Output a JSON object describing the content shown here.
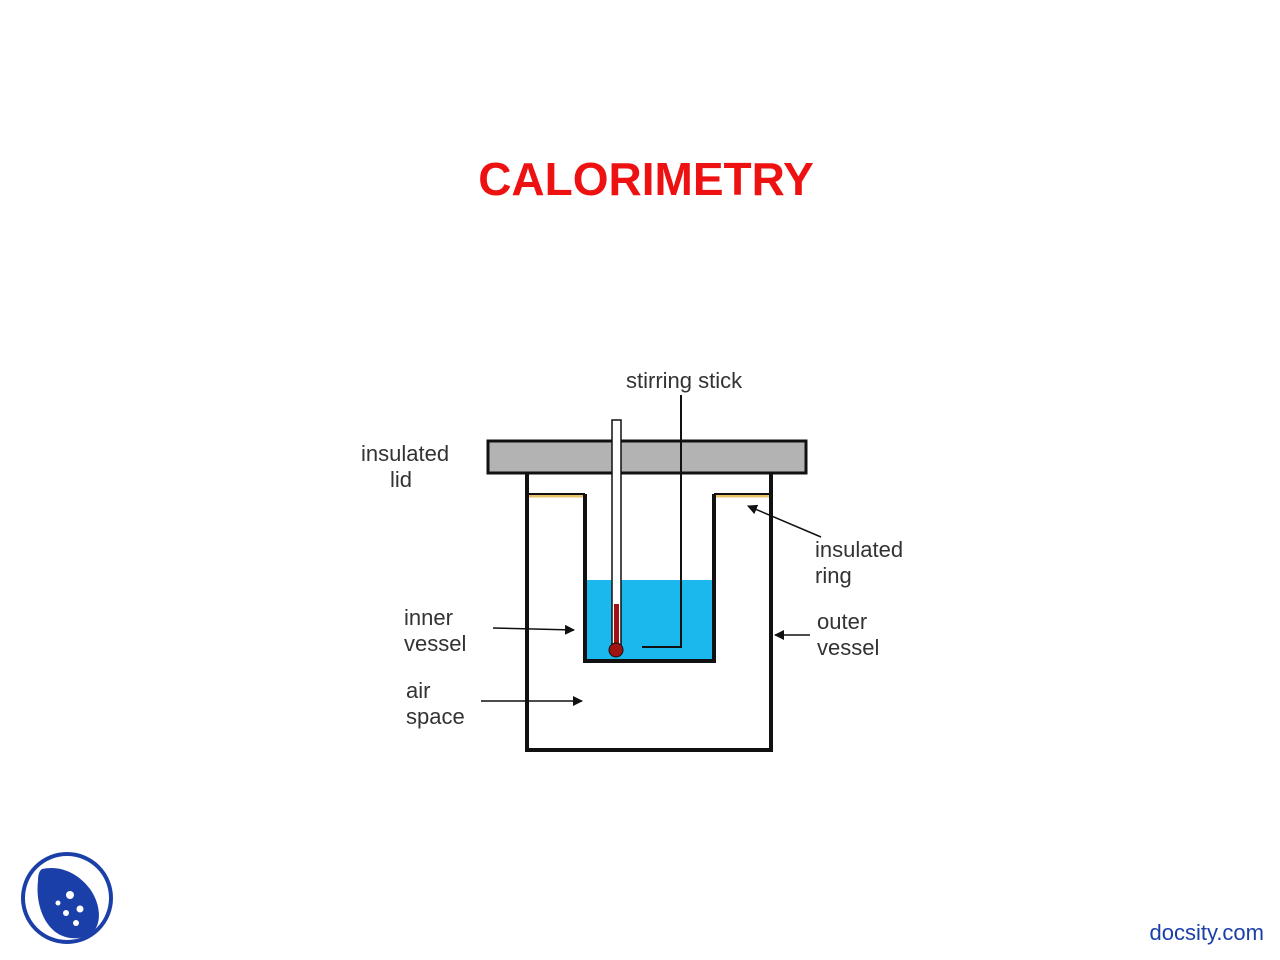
{
  "slide": {
    "title": "CALORIMETRY"
  },
  "diagram": {
    "labels": {
      "stirring_stick": "stirring stick",
      "insulated_lid_1": "insulated",
      "insulated_lid_2": "lid",
      "insulated_ring_1": "insulated",
      "insulated_ring_2": "ring",
      "inner_vessel_1": "inner",
      "inner_vessel_2": "vessel",
      "outer_vessel_1": "outer",
      "outer_vessel_2": "vessel",
      "air_space_1": "air",
      "air_space_2": "space"
    },
    "colors": {
      "lid": "#b3b3b3",
      "water": "#1ab8ec",
      "ring": "#e8c36a",
      "mercury": "#a11212",
      "title": "#ee1111",
      "brand": "#1a3fa8"
    }
  },
  "footer": {
    "site": "docsity.com",
    "logo_icon": "docsity-logo-icon"
  }
}
